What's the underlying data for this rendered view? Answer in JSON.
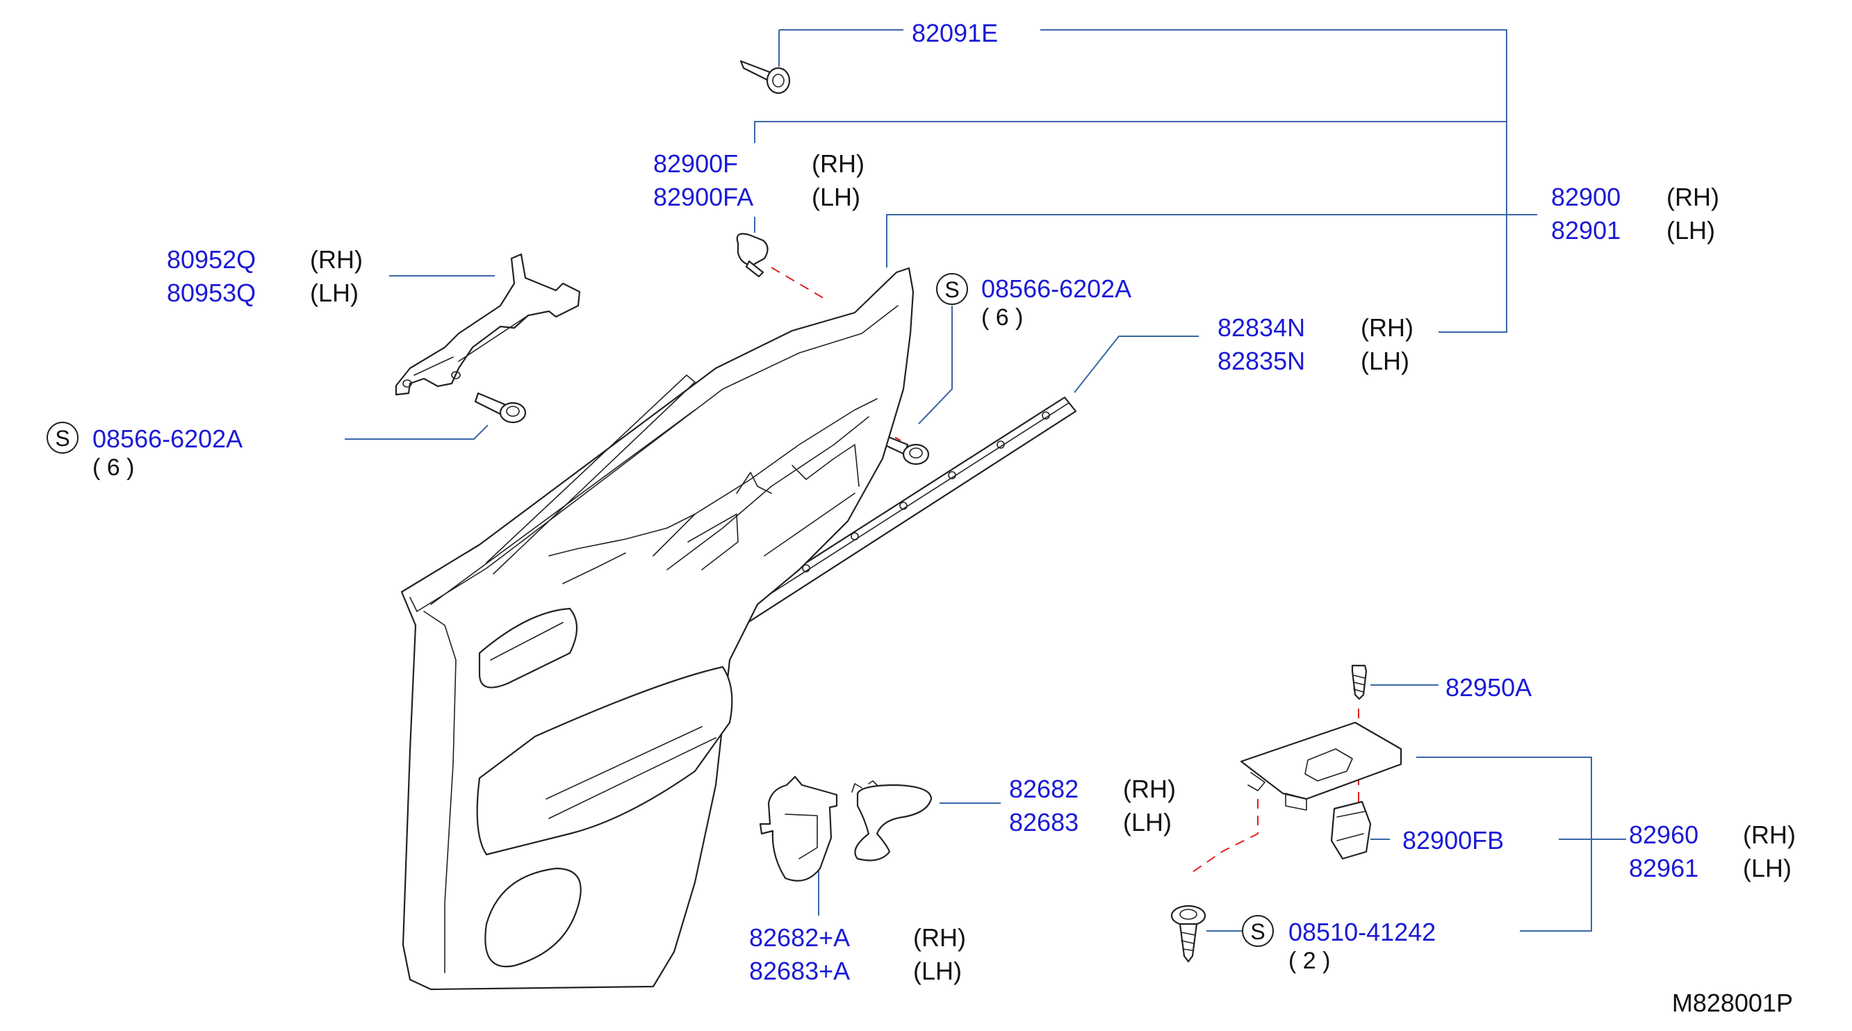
{
  "drawing_code": "M828001P",
  "symbol_letter": "S",
  "labels": {
    "clip_82091e": {
      "part": "82091E"
    },
    "clip_82900f": {
      "rh": {
        "part": "82900F",
        "side": "(RH)"
      },
      "lh": {
        "part": "82900FA",
        "side": "(LH)"
      }
    },
    "door_finisher": {
      "rh": {
        "part": "82900",
        "side": "(RH)"
      },
      "lh": {
        "part": "82901",
        "side": "(LH)"
      }
    },
    "bracket": {
      "rh": {
        "part": "80952Q",
        "side": "(RH)"
      },
      "lh": {
        "part": "80953Q",
        "side": "(LH)"
      }
    },
    "screw_left": {
      "part": "08566-6202A",
      "qty": "( 6 )"
    },
    "screw_right": {
      "part": "08566-6202A",
      "qty": "( 6 )"
    },
    "seal_strip": {
      "rh": {
        "part": "82834N",
        "side": "(RH)"
      },
      "lh": {
        "part": "82835N",
        "side": "(LH)"
      }
    },
    "screw_82950a": {
      "part": "82950A"
    },
    "clip_82900fb": {
      "part": "82900FB"
    },
    "armrest_panel": {
      "rh": {
        "part": "82960",
        "side": "(RH)"
      },
      "lh": {
        "part": "82961",
        "side": "(LH)"
      }
    },
    "screw_bottom": {
      "part": "08510-41242",
      "qty": "( 2 )"
    },
    "handle_escutcheon": {
      "rh": {
        "part": "82682",
        "side": "(RH)"
      },
      "lh": {
        "part": "82683",
        "side": "(LH)"
      }
    },
    "handle_escutcheon_assy": {
      "rh": {
        "part": "82682+A",
        "side": "(RH)"
      },
      "lh": {
        "part": "82683+A",
        "side": "(LH)"
      }
    }
  }
}
